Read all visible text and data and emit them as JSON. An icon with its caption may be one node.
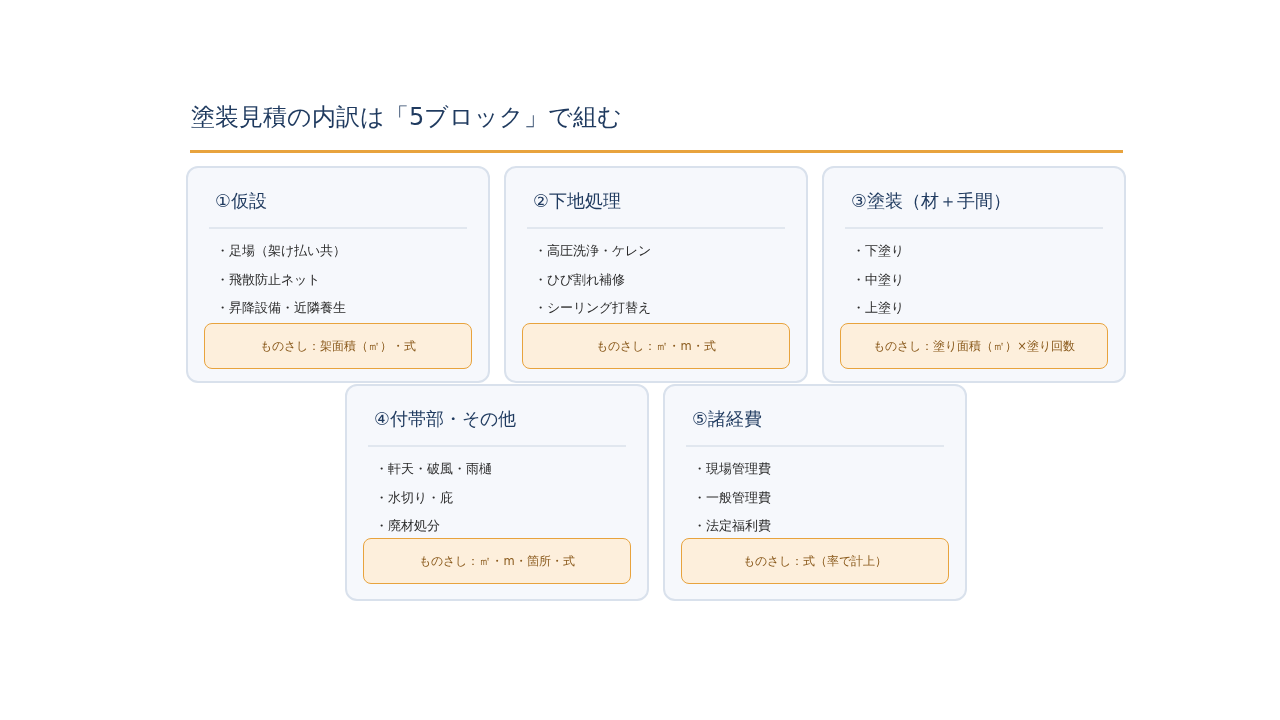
{
  "diagram": {
    "title": "塗装見積の内訳は「5ブロック」で組む",
    "nodes": [
      {
        "text": [
          "①仮設",
          "・足場（架け払い共）",
          "・飛散防止ネット",
          "・昇降設備・近隣養生"
        ]
      },
      {
        "text": [
          "ものさし：架面積（㎡）・式"
        ],
        "in": 0
      },
      {
        "text": [
          "②下地処理",
          "・高圧洗浄・ケレン",
          "・ひび割れ補修",
          "・シーリング打替え"
        ]
      },
      {
        "text": [
          "ものさし：㎡・m・式"
        ],
        "in": 2
      },
      {
        "text": [
          "③塗装（材＋手間）",
          "・下塗り",
          "・中塗り",
          "・上塗り"
        ]
      },
      {
        "text": [
          "ものさし：塗り面積（㎡）×塗り回数"
        ],
        "in": 4
      },
      {
        "text": [
          "④付帯部・その他",
          "・軒天・破風・雨樋",
          "・水切り・庇",
          "・廃材処分"
        ]
      },
      {
        "text": [
          "ものさし：㎡・m・箇所・式"
        ],
        "in": 6
      },
      {
        "text": [
          "⑤諸経費",
          "・現場管理費",
          "・一般管理費",
          "・法定福利費"
        ]
      },
      {
        "text": [
          "ものさし：式（率で計上）"
        ],
        "in": 8
      }
    ]
  }
}
